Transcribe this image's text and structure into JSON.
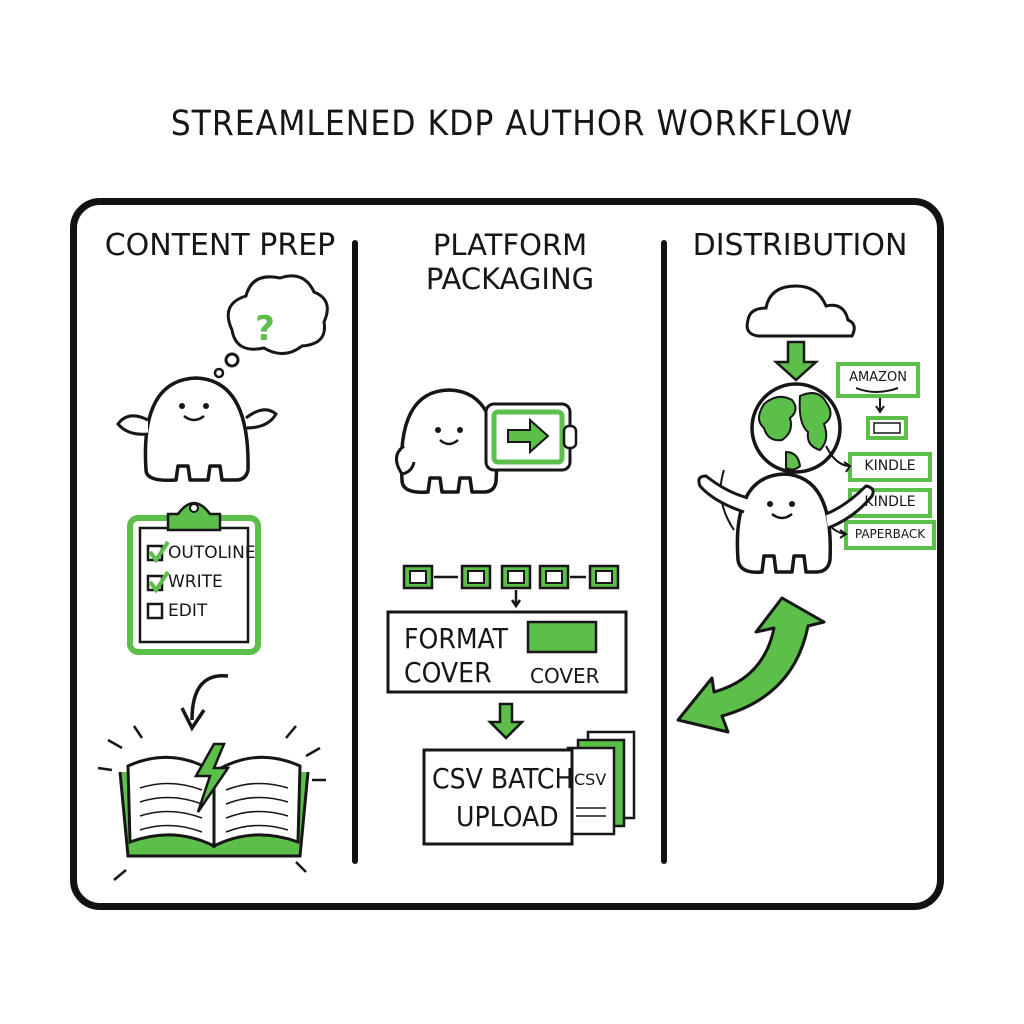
{
  "title": "STREAMLENED KDP AUTHOR WORKFLOW",
  "columns": [
    {
      "heading": "CONTENT PREP"
    },
    {
      "heading": "PLATFORM PACKAGING"
    },
    {
      "heading": "DISTRIBUTION"
    }
  ],
  "content_prep": {
    "thought_symbol": "?",
    "checklist": [
      {
        "label": "OUTOLINE",
        "checked": true
      },
      {
        "label": "WRITE",
        "checked": true
      },
      {
        "label": "EDIT",
        "checked": false
      }
    ]
  },
  "packaging": {
    "format_label_1": "FORMAT",
    "format_label_2": "COVER",
    "cover_label": "COVER",
    "upload_label_1": "CSV BATCH",
    "upload_label_2": "UPLOAD",
    "csv_tag": "CSV"
  },
  "distribution": {
    "channels": [
      "AMAZON",
      "KINDLE",
      "KINDLE",
      "PAPERBACK"
    ]
  },
  "colors": {
    "accent": "#5cbf4a",
    "ink": "#161616",
    "light_accent": "#8fd67f"
  }
}
